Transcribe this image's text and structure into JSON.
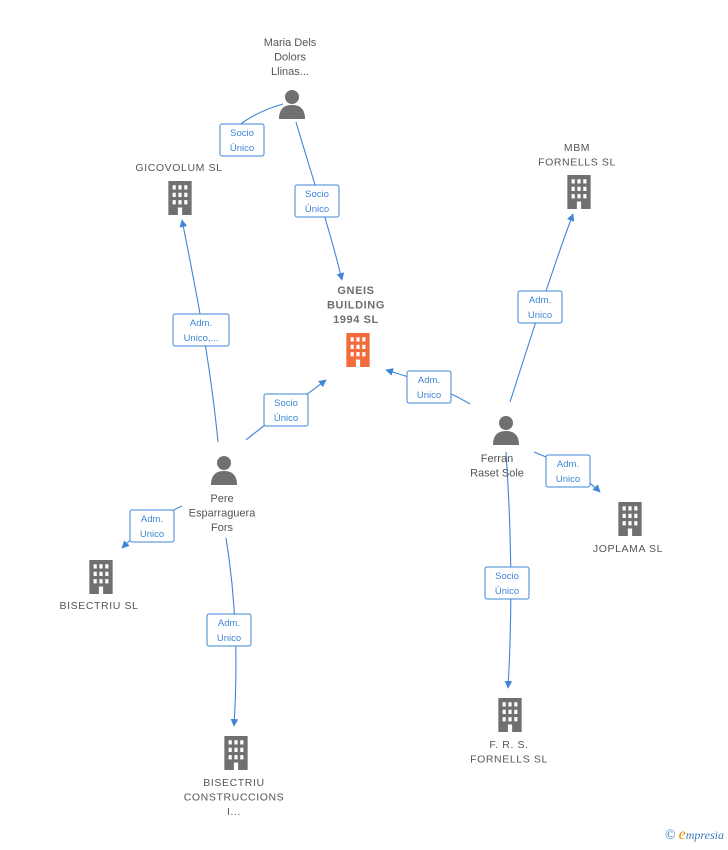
{
  "nodes": [
    {
      "id": "maria",
      "type": "person",
      "label": [
        "Maria Dels",
        "Dolors",
        "Llinas..."
      ]
    },
    {
      "id": "gicovolum",
      "type": "company",
      "label": [
        "GICOVOLUM SL"
      ]
    },
    {
      "id": "mbm",
      "type": "company",
      "label": [
        "MBM",
        "FORNELLS SL"
      ]
    },
    {
      "id": "gneis",
      "type": "company",
      "main": true,
      "label": [
        "GNEIS",
        "BUILDING",
        "1994  SL"
      ]
    },
    {
      "id": "ferran",
      "type": "person",
      "label": [
        "Ferran",
        "Raset Sole"
      ]
    },
    {
      "id": "pere",
      "type": "person",
      "label": [
        "Pere",
        "Esparraguera",
        "Fors"
      ]
    },
    {
      "id": "joplama",
      "type": "company",
      "label": [
        "JOPLAMA  SL"
      ]
    },
    {
      "id": "bisectriu",
      "type": "company",
      "label": [
        "BISECTRIU SL"
      ]
    },
    {
      "id": "frs",
      "type": "company",
      "label": [
        "F.  R. S.",
        "FORNELLS  SL"
      ]
    },
    {
      "id": "bisectriu_c",
      "type": "company",
      "label": [
        "BISECTRIU",
        "CONSTRUCCIONS",
        "I..."
      ]
    }
  ],
  "edges": [
    {
      "id": "e1",
      "from": "maria",
      "to": "gicovolum",
      "label": [
        "Socio",
        "Único"
      ]
    },
    {
      "id": "e2",
      "from": "maria",
      "to": "gneis",
      "label": [
        "Socio",
        "Único"
      ]
    },
    {
      "id": "e3",
      "from": "pere",
      "to": "gicovolum",
      "label": [
        "Adm.",
        "Unico,..."
      ]
    },
    {
      "id": "e4",
      "from": "pere",
      "to": "gneis",
      "label": [
        "Socio",
        "Único"
      ]
    },
    {
      "id": "e5",
      "from": "ferran",
      "to": "gneis",
      "label": [
        "Adm.",
        "Unico"
      ]
    },
    {
      "id": "e6",
      "from": "ferran",
      "to": "mbm",
      "label": [
        "Adm.",
        "Unico"
      ]
    },
    {
      "id": "e7",
      "from": "ferran",
      "to": "joplama",
      "label": [
        "Adm.",
        "Unico"
      ]
    },
    {
      "id": "e8",
      "from": "ferran",
      "to": "frs",
      "label": [
        "Socio",
        "Único"
      ]
    },
    {
      "id": "e9",
      "from": "pere",
      "to": "bisectriu",
      "label": [
        "Adm.",
        "Unico"
      ]
    },
    {
      "id": "e10",
      "from": "pere",
      "to": "bisectriu_c",
      "label": [
        "Adm.",
        "Unico"
      ]
    }
  ],
  "colors": {
    "edge": "#3f86d6",
    "main_company": "#f26b3a",
    "company": "#707070",
    "person": "#707070"
  },
  "footer": {
    "copyright": "©",
    "brand_initial": "e",
    "brand_rest": "mpresia"
  }
}
